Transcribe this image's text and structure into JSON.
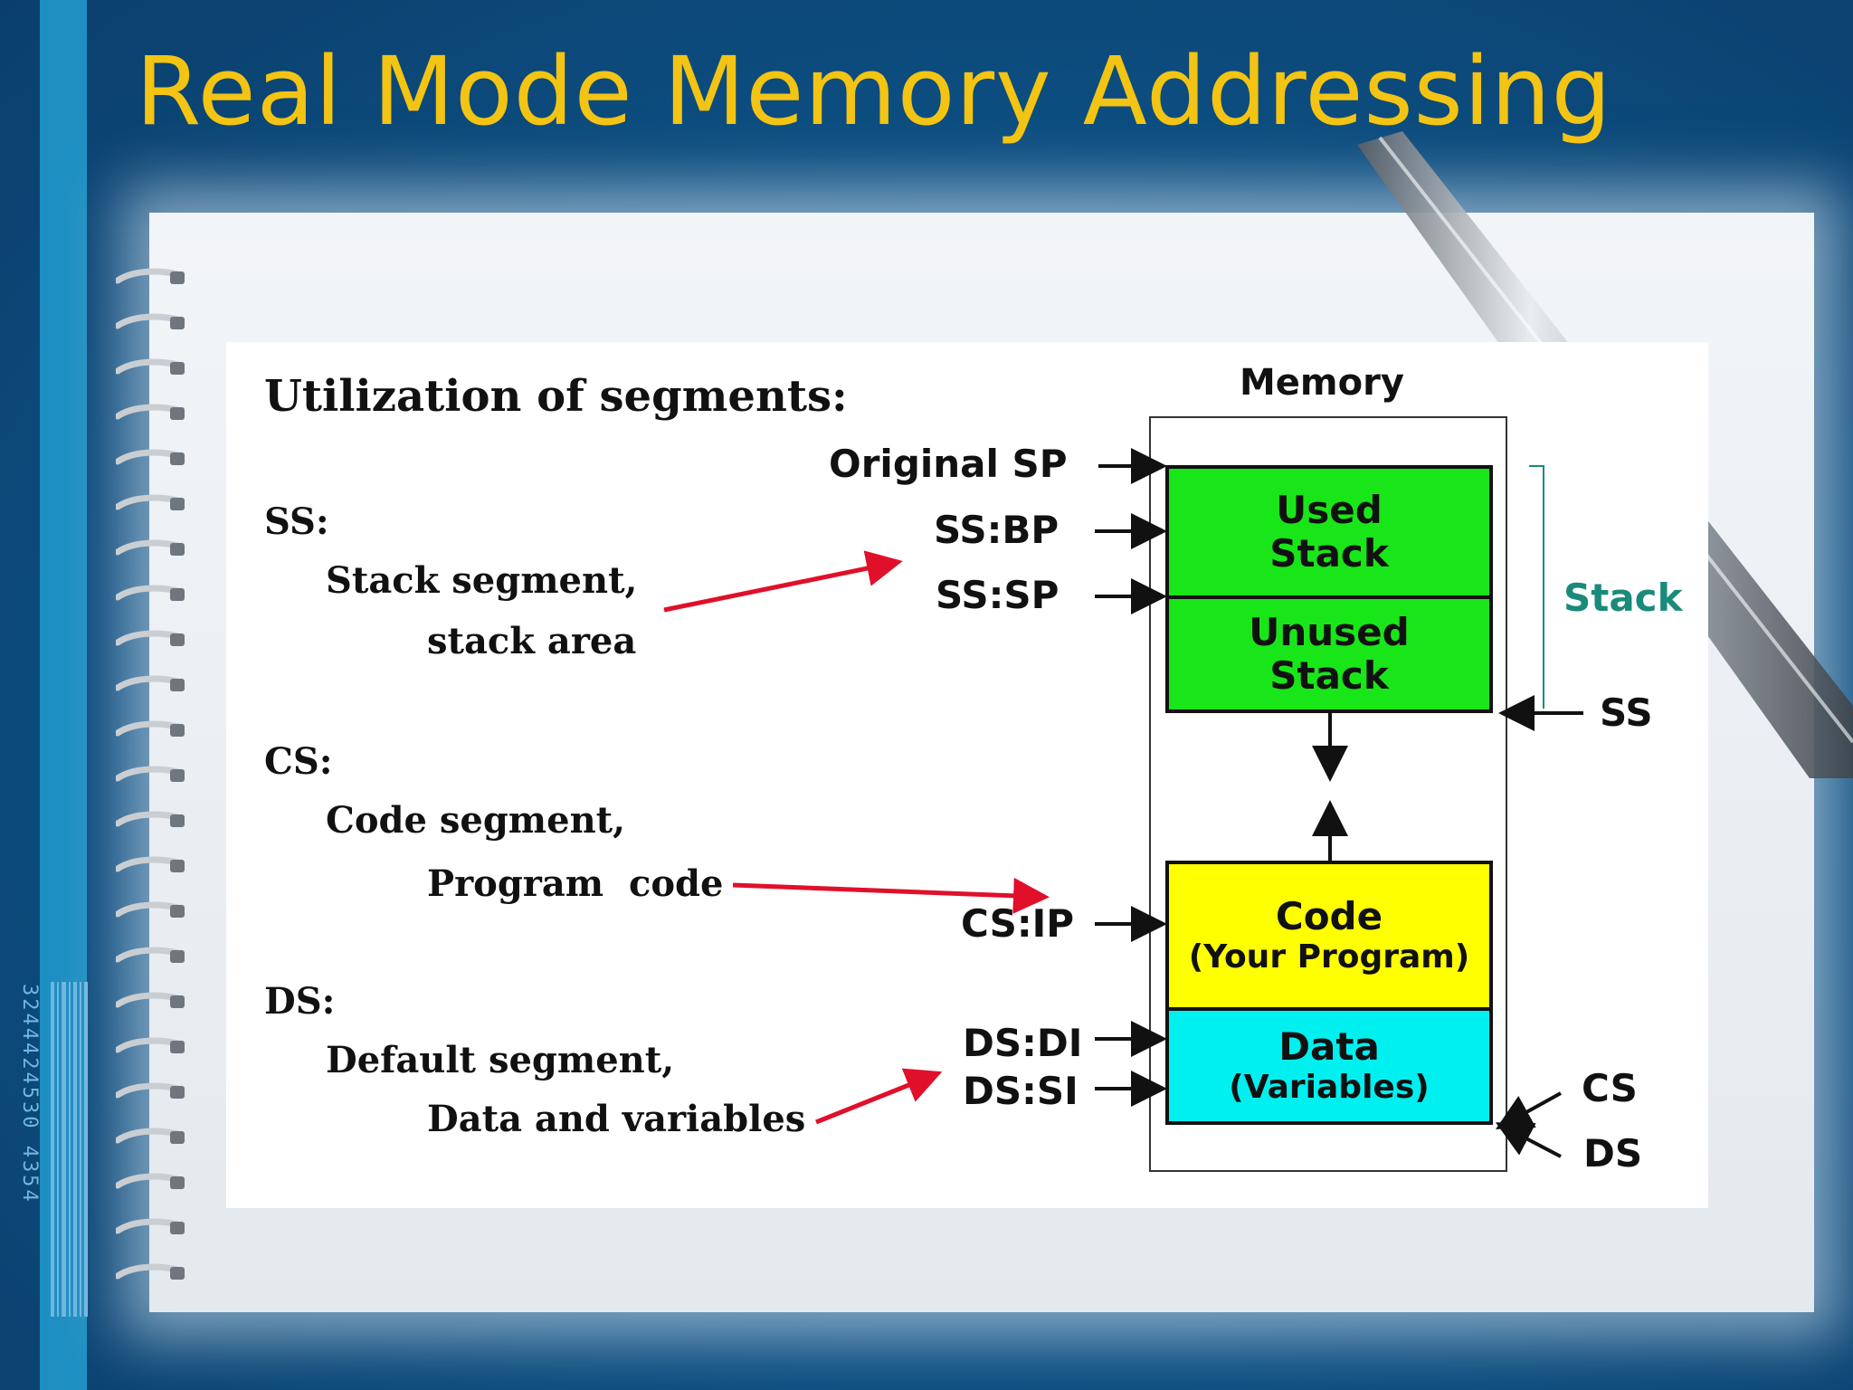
{
  "slide": {
    "title": "Real Mode Memory Addressing",
    "barcode_digits": "3244424530 4354"
  },
  "left": {
    "heading": "Utilization of segments:",
    "ss": {
      "label": "SS:",
      "line1": "Stack segment,",
      "line2": "stack area"
    },
    "cs": {
      "label": "CS:",
      "line1": "Code segment,",
      "line2": "Program  code"
    },
    "ds": {
      "label": "DS:",
      "line1": "Default segment,",
      "line2": "Data and variables"
    }
  },
  "memory": {
    "title": "Memory",
    "pointers": {
      "original_sp": "Original SP",
      "ss_bp": "SS:BP",
      "ss_sp": "SS:SP",
      "cs_ip": "CS:IP",
      "ds_di": "DS:DI",
      "ds_si": "DS:SI"
    },
    "blocks": {
      "used_stack": {
        "line1": "Used",
        "line2": "Stack"
      },
      "unused_stack": {
        "line1": "Unused",
        "line2": "Stack"
      },
      "code": {
        "line1": "Code",
        "line2": "(Your Program)"
      },
      "data": {
        "line1": "Data",
        "line2": "(Variables)"
      }
    },
    "stack_label": "Stack",
    "ss_label": "SS",
    "cs_label": "CS",
    "ds_label": "DS"
  },
  "colors": {
    "title": "#f3c413",
    "stack_green": "#19e619",
    "code_yellow": "#ffff00",
    "data_cyan": "#00f0f0",
    "stack_teal": "#1a8a7a",
    "arrow_red": "#e0102a"
  }
}
